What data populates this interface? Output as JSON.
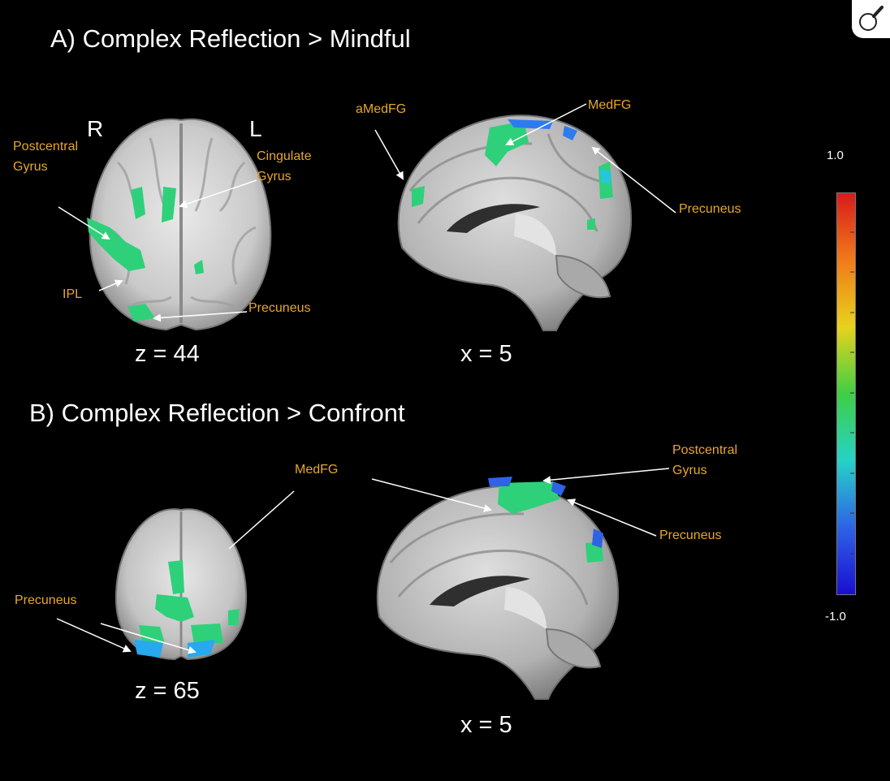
{
  "figure": {
    "panel_a": {
      "title": "A) Complex Reflection > Mindful",
      "axial": {
        "coord": "z = 44",
        "hemisphere_right": "R",
        "hemisphere_left": "L",
        "labels": {
          "postcentral": "Postcentral\nGyrus",
          "cingulate": "Cingulate\nGyrus",
          "ipl": "IPL",
          "precuneus": "Precuneus"
        }
      },
      "sagittal": {
        "coord": "x = 5",
        "labels": {
          "amedfg": "aMedFG",
          "medfg": "MedFG",
          "precuneus": "Precuneus"
        }
      }
    },
    "panel_b": {
      "title": "B) Complex Reflection > Confront",
      "axial": {
        "coord": "z = 65",
        "labels": {
          "precuneus": "Precuneus"
        }
      },
      "sagittal": {
        "coord": "x = 5",
        "labels": {
          "medfg": "MedFG",
          "postcentral": "Postcentral\nGyrus",
          "precuneus": "Precuneus"
        }
      }
    },
    "colorbar": {
      "max_label": "1.0",
      "min_label": "-1.0",
      "colors": [
        "#d81b1b",
        "#f07a1a",
        "#e8d21c",
        "#3fce44",
        "#25d2c6",
        "#2e63e6",
        "#1a0fd0"
      ]
    }
  },
  "toolbar": {
    "zoom_icon": "magnifier-icon"
  }
}
